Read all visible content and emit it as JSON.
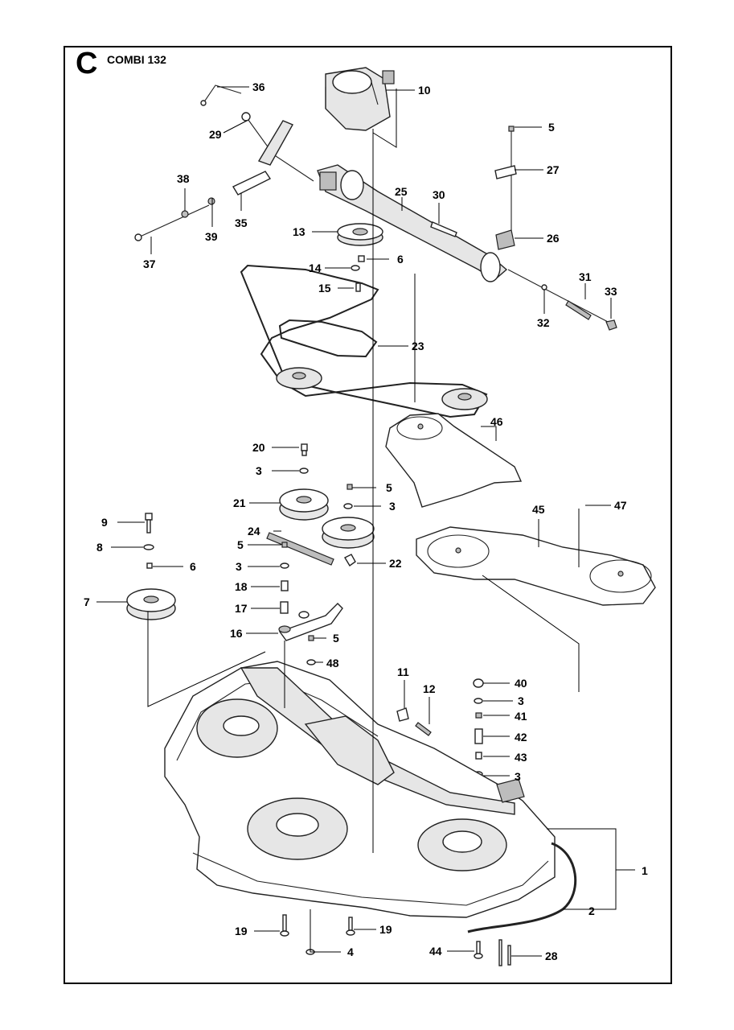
{
  "header": {
    "section_letter": "C",
    "model": "COMBI 132"
  },
  "callouts": [
    "1",
    "2",
    "3",
    "3",
    "3",
    "3",
    "4",
    "5",
    "5",
    "5",
    "5",
    "5",
    "6",
    "6",
    "7",
    "8",
    "9",
    "10",
    "11",
    "12",
    "13",
    "14",
    "15",
    "16",
    "17",
    "18",
    "19",
    "19",
    "20",
    "21",
    "22",
    "23",
    "24",
    "25",
    "26",
    "27",
    "28",
    "29",
    "30",
    "31",
    "32",
    "33",
    "35",
    "36",
    "37",
    "38",
    "39",
    "40",
    "41",
    "42",
    "43",
    "44",
    "45",
    "46",
    "47",
    "48"
  ]
}
